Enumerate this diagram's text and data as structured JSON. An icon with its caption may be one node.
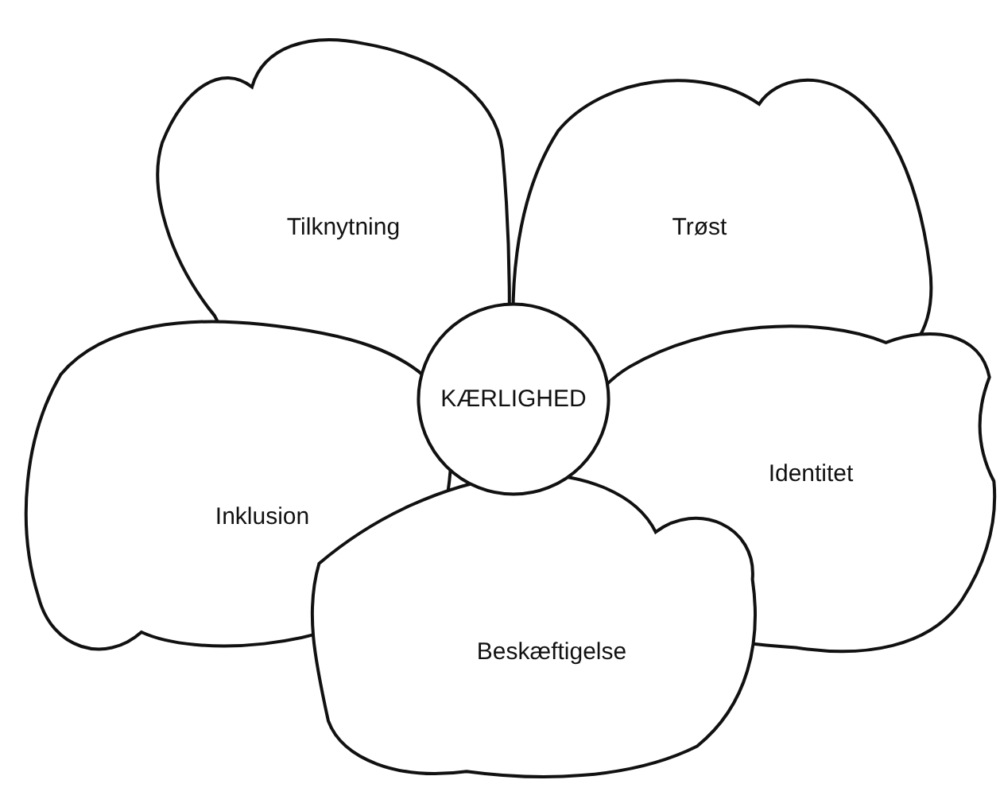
{
  "diagram": {
    "nodes": [
      {
        "text": [
          "Tilknytning"
        ]
      },
      {
        "text": [
          "Trøst"
        ]
      },
      {
        "text": [
          "KÆRLIGHED"
        ]
      },
      {
        "text": [
          "Inklusion"
        ]
      },
      {
        "text": [
          "Identitet"
        ]
      },
      {
        "text": [
          "Beskæftigelse"
        ]
      }
    ]
  }
}
